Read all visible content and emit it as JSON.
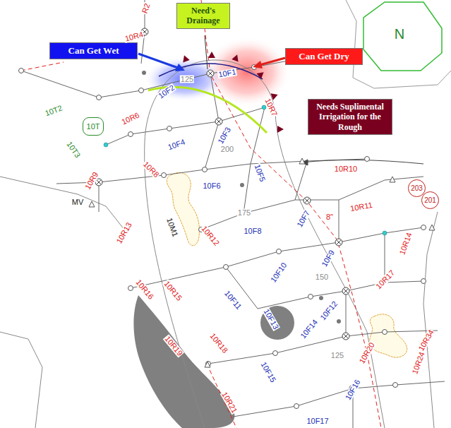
{
  "diagram": {
    "nodes": [
      {
        "text": [
          "Need's Drainage"
        ]
      },
      {
        "text": [
          "Can Get Wet"
        ]
      },
      {
        "text": [
          "Can Get Dry"
        ]
      },
      {
        "text": [
          "Needs Suplimental Irrigation for the Rough"
        ]
      },
      {
        "text": [
          "10T"
        ]
      },
      {
        "text": [
          "203"
        ]
      },
      {
        "text": [
          "201"
        ]
      }
    ],
    "labels": [
      "R2",
      "10R4",
      "10T2",
      "10R6",
      "10F2",
      "125",
      "10F1",
      "10R7",
      "10F3",
      "200",
      "10F4",
      "10T3",
      "10R8",
      "10R9",
      "10F6",
      "10F5",
      "MV",
      "10R10",
      "10R11",
      "8\"",
      "175",
      "10F7",
      "10M1",
      "10R12",
      "10F8",
      "10R13",
      "10R14",
      "10F9",
      "150",
      "10F10",
      "10R17",
      "10R16",
      "10R15",
      "10F11",
      "10F12",
      "10F13",
      "10F14",
      "10R19",
      "10R18",
      "125",
      "10R20",
      "10R34",
      "10R24",
      "10F15",
      "10F16",
      "10R21",
      "10F17",
      "N"
    ]
  }
}
